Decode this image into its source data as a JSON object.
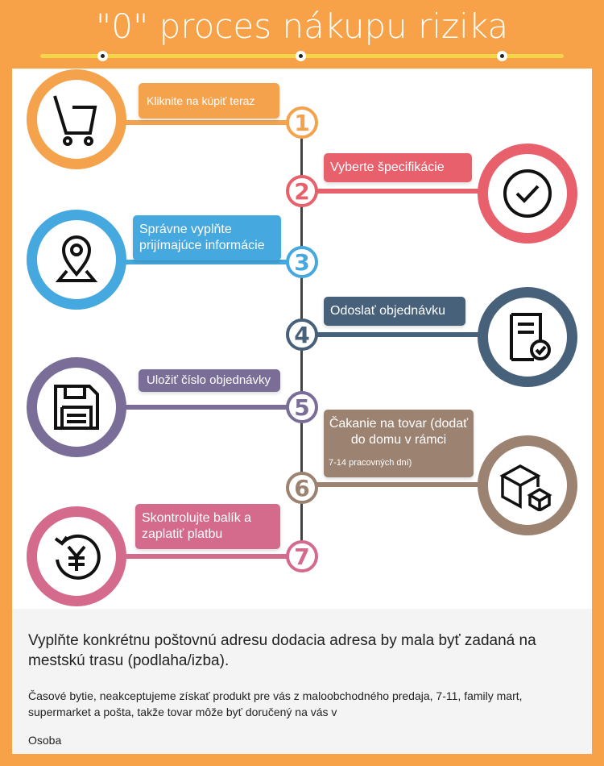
{
  "title": "\"0\" proces nákupu rizika",
  "steps": [
    {
      "number": "1",
      "label": "Kliknite na kúpiť teraz",
      "icon": "shopping-cart-icon",
      "color": "#F4A24C"
    },
    {
      "number": "2",
      "label": "Vyberte špecifikácie",
      "icon": "checkmark-circle-icon",
      "color": "#E8606B"
    },
    {
      "number": "3",
      "label": "Správne vyplňte prijímajúce informácie",
      "icon": "location-pin-icon",
      "color": "#45A8DE"
    },
    {
      "number": "4",
      "label": "Odoslať objednávku",
      "icon": "document-check-icon",
      "color": "#48617A"
    },
    {
      "number": "5",
      "label": "Uložiť číslo objednávky",
      "icon": "floppy-disk-icon",
      "color": "#7A6E98"
    },
    {
      "number": "6",
      "label": "Čakanie na tovar (dodať do domu v rámci",
      "sublabel": "7-14 pracovných dní)",
      "icon": "boxes-icon",
      "color": "#9C8270"
    },
    {
      "number": "7",
      "label": "Skontrolujte balík a zaplatiť platbu",
      "icon": "yen-refresh-icon",
      "color": "#D46A8C"
    }
  ],
  "footer": {
    "line1": "Vyplňte konkrétnu poštovnú adresu dodacia adresa by mala byť zadaná na mestskú trasu (podlaha/izba).",
    "line2": "Časové bytie, neakceptujeme získať produkt pre vás z maloobchodného predaja, 7-11, family mart, supermarket a pošta, takže tovar môže byť doručený na vás v",
    "line3": "Osoba"
  }
}
